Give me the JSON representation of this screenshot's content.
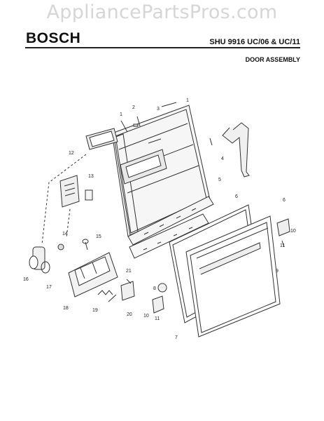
{
  "watermark": "AppliancePartsPros.com",
  "header": {
    "brand": "BOSCH",
    "model": "SHU 9916 UC/06 & UC/11",
    "section": "DOOR ASSEMBLY"
  },
  "callouts": [
    {
      "id": "c1",
      "text": "1"
    },
    {
      "id": "c1b",
      "text": "1"
    },
    {
      "id": "c2",
      "text": "2"
    },
    {
      "id": "c3",
      "text": "3"
    },
    {
      "id": "c4",
      "text": "4"
    },
    {
      "id": "c5",
      "text": "5"
    },
    {
      "id": "c6",
      "text": "6"
    },
    {
      "id": "c6b",
      "text": "6"
    },
    {
      "id": "c7",
      "text": "7"
    },
    {
      "id": "c8",
      "text": "8"
    },
    {
      "id": "c9",
      "text": "9"
    },
    {
      "id": "c10",
      "text": "10"
    },
    {
      "id": "c10b",
      "text": "10"
    },
    {
      "id": "c11",
      "text": "11"
    },
    {
      "id": "c11b",
      "text": "11"
    },
    {
      "id": "c12",
      "text": "12"
    },
    {
      "id": "c13",
      "text": "13"
    },
    {
      "id": "c14",
      "text": "14"
    },
    {
      "id": "c15",
      "text": "15"
    },
    {
      "id": "c16",
      "text": "16"
    },
    {
      "id": "c17",
      "text": "17"
    },
    {
      "id": "c18",
      "text": "18"
    },
    {
      "id": "c19",
      "text": "19"
    },
    {
      "id": "c20",
      "text": "20"
    },
    {
      "id": "c21",
      "text": "21"
    }
  ]
}
